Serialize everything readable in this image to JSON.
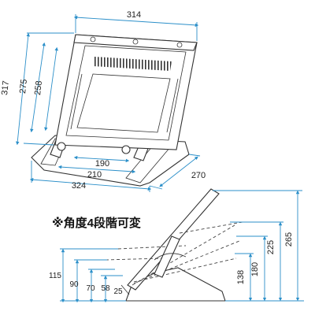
{
  "caption": "※角度4段階可変",
  "top_view": {
    "width_top": "314",
    "height_outer": "317",
    "height_mid": "275",
    "height_inner": "258",
    "leg_inner": "190",
    "leg_mid": "210",
    "base_width": "324",
    "depth": "270"
  },
  "side_view": {
    "heights_right": [
      "265",
      "225",
      "180",
      "138"
    ],
    "heights_left": [
      "115",
      "90",
      "70",
      "58"
    ],
    "tilt_min": "25"
  },
  "colors": {
    "dimension_line": "#2b8fc9",
    "outline": "#333333",
    "text": "#222222"
  }
}
